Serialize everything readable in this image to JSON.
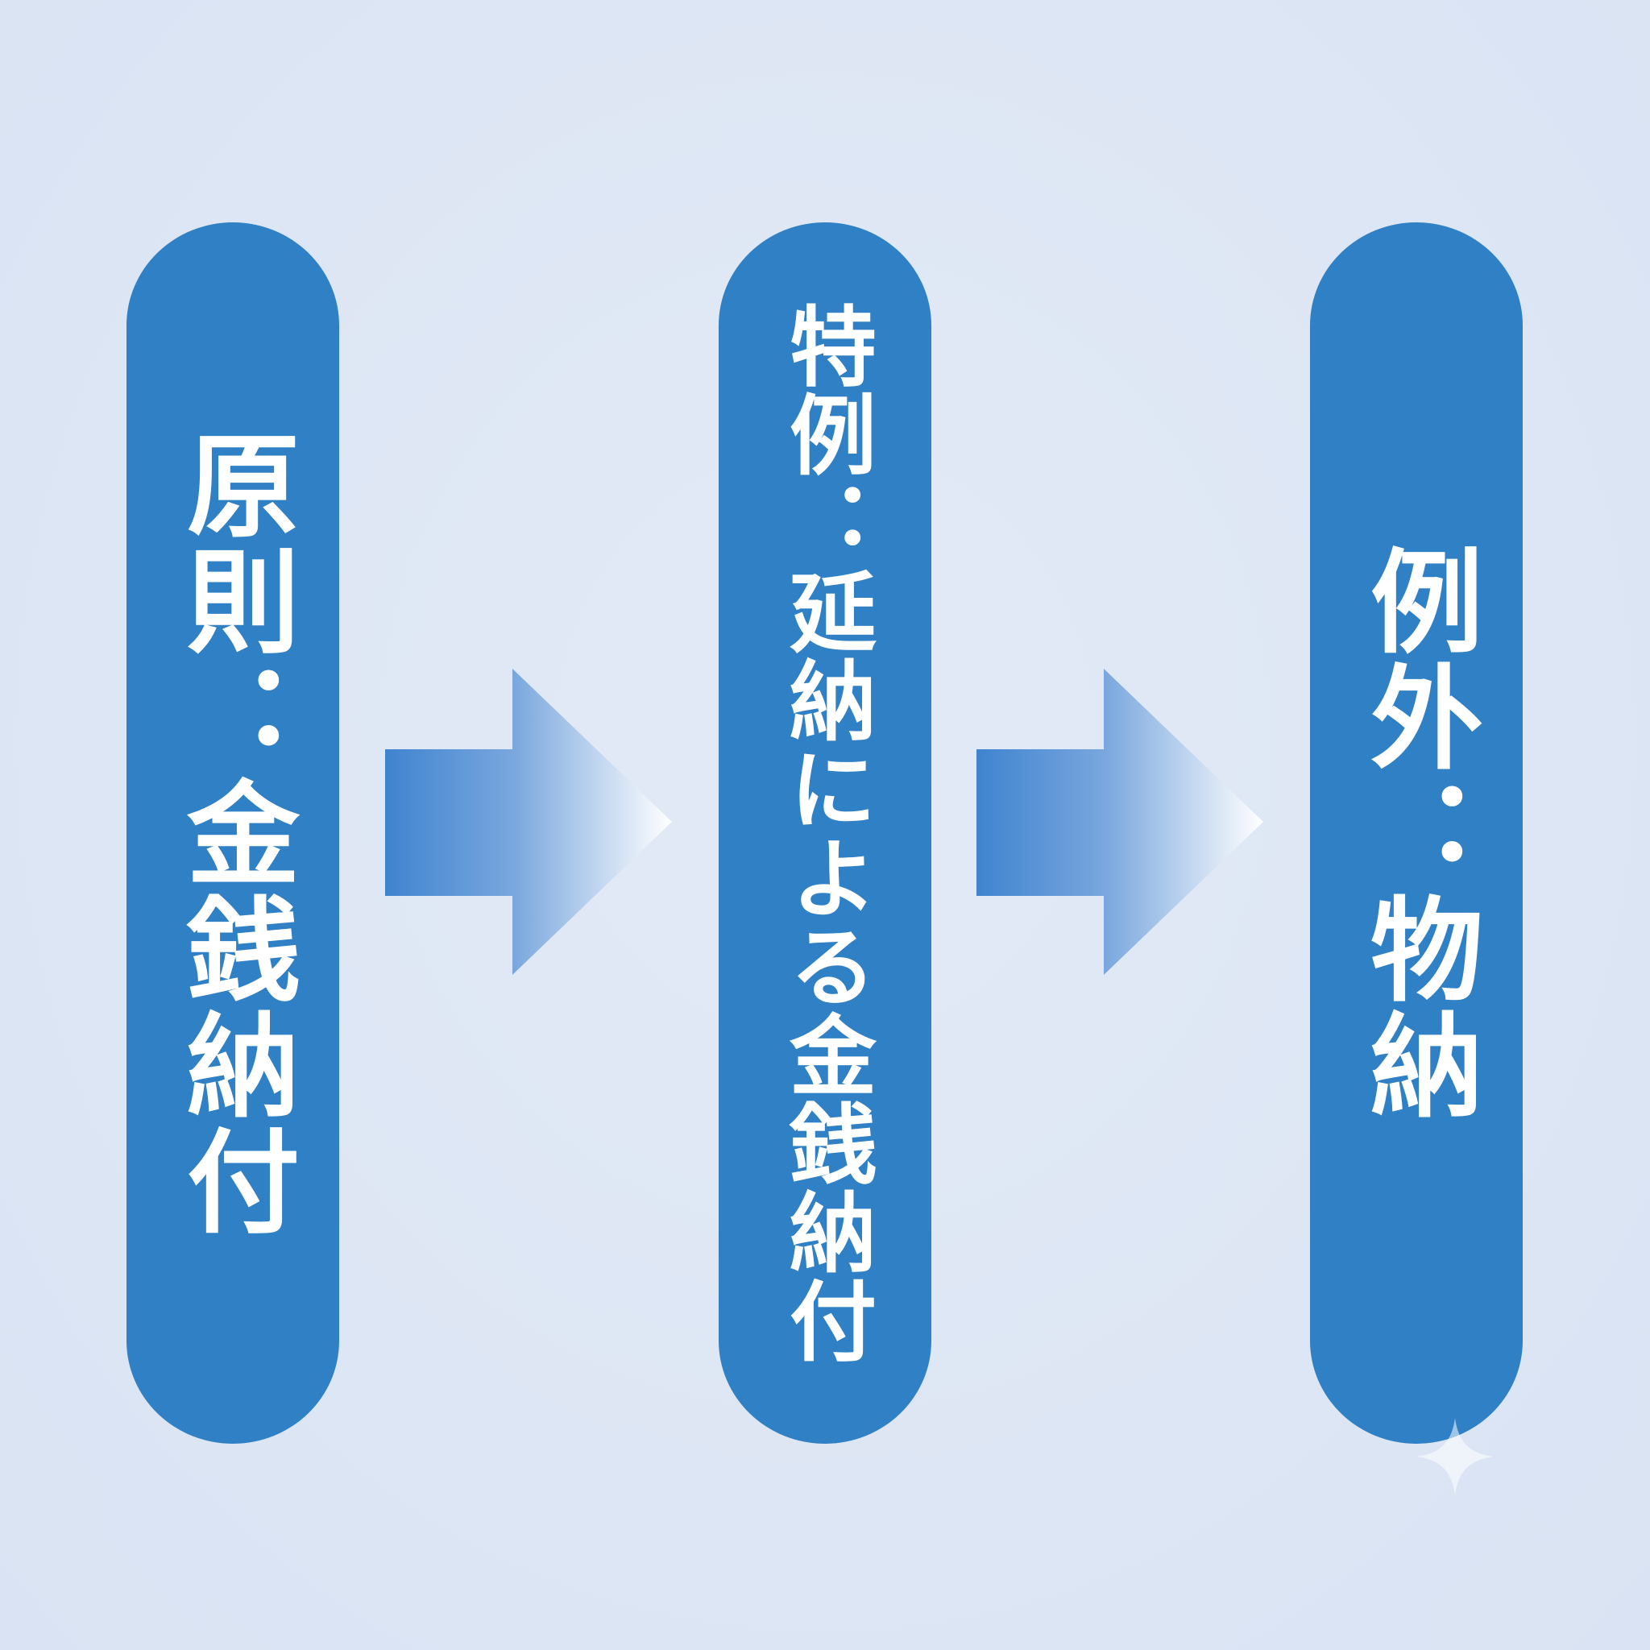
{
  "steps": [
    {
      "text": "原則：金銭納付"
    },
    {
      "text": "特例：延納による金銭納付"
    },
    {
      "text": "例外：物納"
    }
  ],
  "colors": {
    "background": "#dfe7f5",
    "pill": "#2f80c5",
    "text": "#ffffff",
    "arrow_start": "#3f84cf",
    "arrow_end": "#ffffff"
  },
  "icons": {
    "arrow": "right-arrow-icon",
    "sparkle": "sparkle-icon"
  }
}
